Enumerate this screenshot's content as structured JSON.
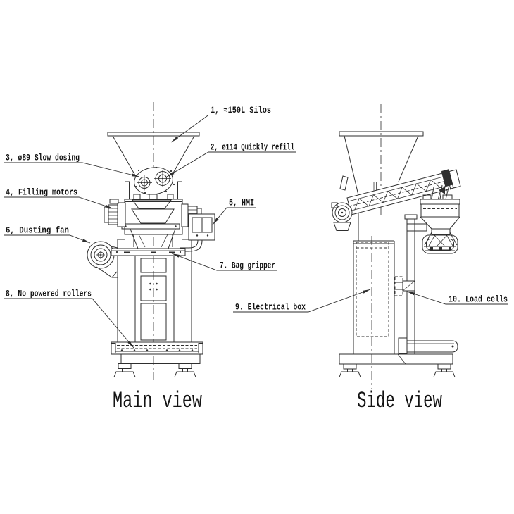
{
  "colors": {
    "background": "#ffffff",
    "line": "#2e2e2e",
    "text": "#141414"
  },
  "views": {
    "main": {
      "title": "Main view"
    },
    "side": {
      "title": "Side view"
    }
  },
  "callouts": [
    {
      "text": "1, ≈150L Silos"
    },
    {
      "text": "2, ø114 Quickly refill"
    },
    {
      "text": "3, ø89 Slow dosing"
    },
    {
      "text": "4, Filling motors"
    },
    {
      "text": "5, HMI"
    },
    {
      "text": "6, Dusting fan"
    },
    {
      "text": "7. Bag gripper"
    },
    {
      "text": "8, No powered rollers"
    },
    {
      "text": "9. Electrical box"
    },
    {
      "text": "10. Load cells"
    }
  ]
}
